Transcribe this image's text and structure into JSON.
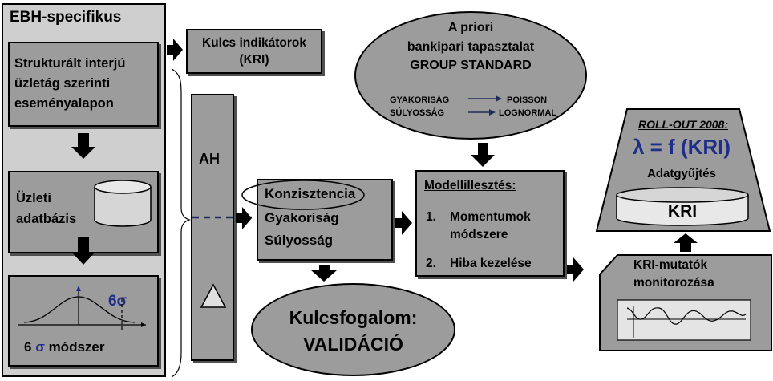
{
  "left_panel": {
    "title": "EBH-specifikus",
    "interview_text": "Strukturált interjú üzletág szerinti eseményalapon",
    "database_label": "Üzleti adatbázis",
    "sigma_label": "6σ",
    "method_prefix": "6",
    "method_symbol": "σ",
    "method_suffix": " módszer"
  },
  "kri_box": {
    "text": "Kulcs indikátorok (KRI)"
  },
  "ah_column": {
    "label": "AH"
  },
  "priori_ellipse": {
    "line1": "A priori",
    "line2": "bankipari tapasztalat",
    "line3": "GROUP STANDARD",
    "row1_left": "GYAKORISÁG",
    "row1_right": "POISSON",
    "row2_left": "SÚLYOSSÁG",
    "row2_right": "LOGNORMAL"
  },
  "consistency_box": {
    "item1": "Konzisztencia",
    "item2": "Gyakoriság",
    "item3": "Súlyosság"
  },
  "model_box": {
    "title": "Modellillesztés:",
    "item1_num": "1.",
    "item1_line1": "Momentumok",
    "item1_line2": "módszere",
    "item2_num": "2.",
    "item2_text": "Hiba kezelése"
  },
  "rollout": {
    "title": "ROLL-OUT 2008:",
    "formula_lambda": "λ",
    "formula_rest": " = f (KRI)",
    "subtitle": "Adatgyűjtés",
    "cylinder_label": "KRI"
  },
  "monitor_box": {
    "line1": "KRI-mutatók",
    "line2": "monitorozása"
  },
  "validation_ellipse": {
    "line1": "Kulcsfogalom:",
    "line2": "VALIDÁCIÓ"
  },
  "colors": {
    "box_fill": "#9c9c9c",
    "light_fill": "#cfcfcf",
    "accent_blue": "#1f2d8a"
  }
}
